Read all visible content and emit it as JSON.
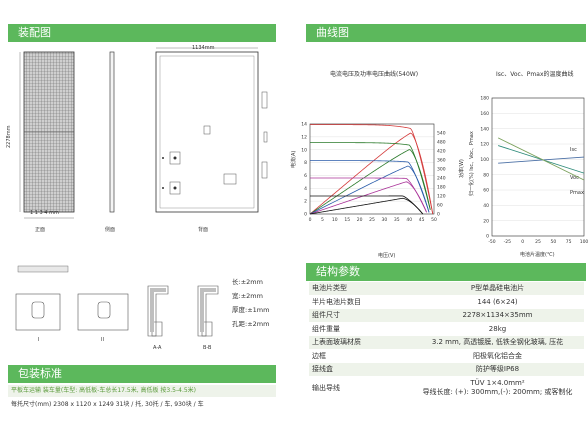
{
  "sections": {
    "assembly": "装配图",
    "curves": "曲线图",
    "params": "结构参数",
    "packaging": "包装标准"
  },
  "drawing": {
    "width_label": "1134mm",
    "height_label": "2278mm",
    "bottom_label": "1 1 3 4 mm",
    "views": [
      "正面",
      "侧面",
      "背面"
    ],
    "sections": [
      "I",
      "II",
      "A-A",
      "B-B"
    ],
    "tolerances": [
      "长:±2mm",
      "宽:±2mm",
      "厚度:±1mm",
      "孔距:±2mm"
    ]
  },
  "chart_iv": {
    "title": "电流电压及功率电压曲线(540W)",
    "xlabel": "电压(V)",
    "ylabel_left": "电流(A)",
    "ylabel_right": "功率(W)",
    "x_ticks": [
      "0",
      "5",
      "10",
      "15",
      "20",
      "25",
      "30",
      "35",
      "40",
      "45",
      "50"
    ],
    "yl_ticks": [
      "0",
      "2",
      "4",
      "6",
      "8",
      "10",
      "12",
      "14"
    ],
    "yr_ticks": [
      "0",
      "60",
      "120",
      "180",
      "240",
      "300",
      "360",
      "420",
      "480",
      "540"
    ],
    "series_colors": [
      "#d43b3b",
      "#2a7a2a",
      "#2a5caa",
      "#aa3399",
      "#111111"
    ],
    "chart_data": {
      "type": "line",
      "xlim": [
        0,
        50
      ],
      "ylim": [
        0,
        14
      ],
      "y2lim": [
        0,
        600
      ],
      "series": [
        {
          "isc": 13.9,
          "voc": 49.5,
          "pmax": 540
        },
        {
          "isc": 11.1,
          "voc": 48.9,
          "pmax": 430
        },
        {
          "isc": 8.3,
          "voc": 48.2,
          "pmax": 320
        },
        {
          "isc": 5.6,
          "voc": 47.3,
          "pmax": 215
        },
        {
          "isc": 2.8,
          "voc": 45.5,
          "pmax": 105
        }
      ]
    }
  },
  "chart_temp": {
    "title": "Isc、Voc、Pmax的温度曲线",
    "xlabel": "电池片温度(℃)",
    "ylabel": "归一化(%) Isc、Voc、Pmax",
    "x_ticks": [
      "-50",
      "-25",
      "0",
      "25",
      "50",
      "75",
      "100"
    ],
    "y_ticks": [
      "0",
      "20",
      "40",
      "60",
      "80",
      "100",
      "120",
      "140",
      "160",
      "180"
    ],
    "legend": [
      "Isc",
      "Voc",
      "Pmax"
    ],
    "colors": [
      "#4a6fa5",
      "#2e8b7a",
      "#7ba05b"
    ],
    "chart_data": {
      "type": "line",
      "xlim": [
        -50,
        100
      ],
      "ylim": [
        0,
        180
      ],
      "series": [
        {
          "name": "Isc",
          "x": [
            -40,
            100
          ],
          "y": [
            95,
            103
          ]
        },
        {
          "name": "Voc",
          "x": [
            -40,
            100
          ],
          "y": [
            118,
            82
          ]
        },
        {
          "name": "Pmax",
          "x": [
            -40,
            100
          ],
          "y": [
            128,
            73
          ]
        }
      ]
    }
  },
  "spec": [
    {
      "k": "电池片类型",
      "v": "P型单晶硅电池片"
    },
    {
      "k": "半片电池片数目",
      "v": "144 (6×24)"
    },
    {
      "k": "组件尺寸",
      "v": "2278×1134×35mm"
    },
    {
      "k": "组件重量",
      "v": "28kg"
    },
    {
      "k": "上表面玻璃材质",
      "v": "3.2 mm, 高透镀膜, 低铁全钢化玻璃, 压花"
    },
    {
      "k": "边框",
      "v": "阳极氧化铝合金"
    },
    {
      "k": "接线盒",
      "v": "防护等级IP68"
    },
    {
      "k": "输出导线",
      "v": "TÜV 1×4.0mm²",
      "v2": "导线长度: (+): 300mm,(-): 200mm; 或客制化"
    }
  ],
  "packaging": {
    "line1": "平板车运输 装车量(车型: 高低板-车总长17.5米, 高低板 按3.5-4.5米)",
    "line2": "每托尺寸(mm) 2308 x 1120 x 1249  31块 / 托, 30托 / 车, 930块 / 车"
  }
}
